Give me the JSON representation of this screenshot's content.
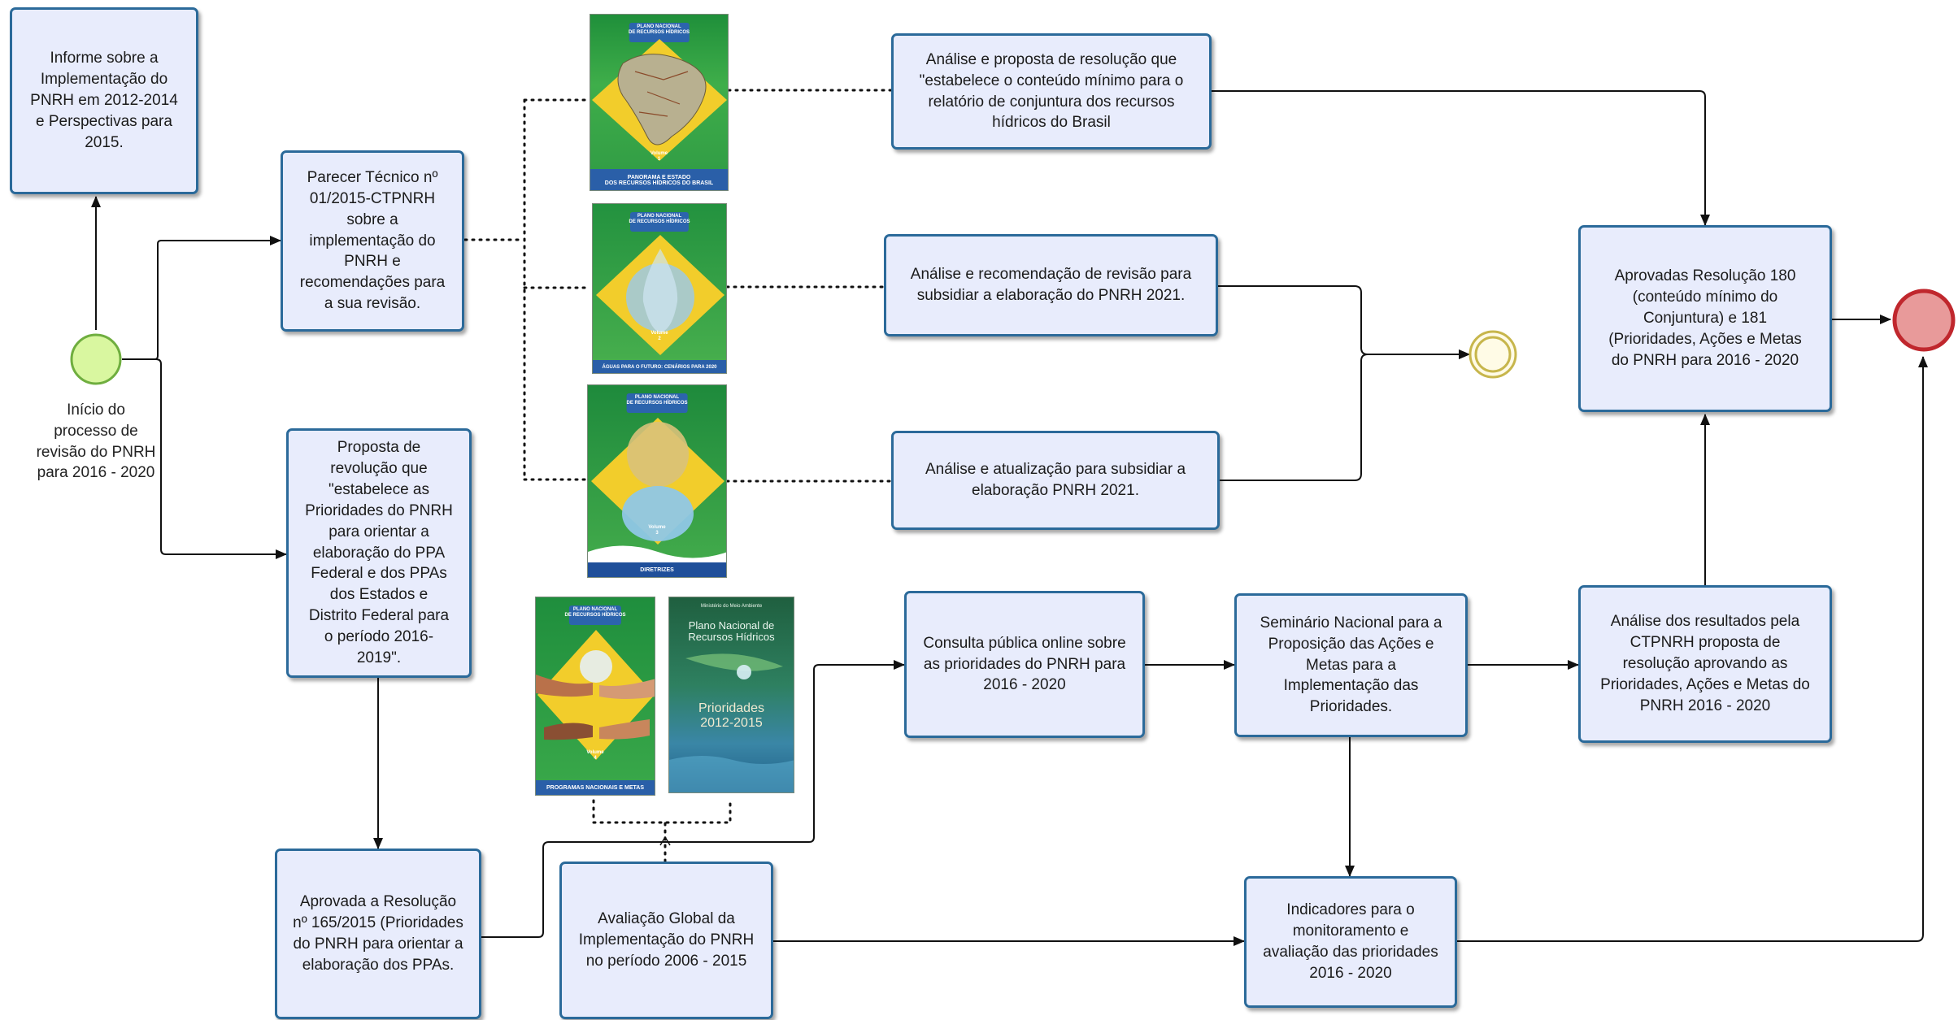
{
  "nodes": {
    "informe": "Informe sobre a\nImplementação do\nPNRH em 2012-2014\ne Perspectivas para\n2015.",
    "parecer": "Parecer Técnico nº\n01/2015-CTPNRH\nsobre a\nimplementação do\nPNRH e\nrecomendações para\na sua revisão.",
    "proposta_revolucao": "Proposta de\nrevolução que\n\"estabelece as\nPrioridades do PNRH\npara orientar a\nelaboração do PPA\nFederal e dos PPAs\ndos Estados e\nDistrito Federal para\no período 2016-\n2019\".",
    "aprovada_165": "Aprovada a Resolução\nnº 165/2015 (Prioridades\ndo PNRH para orientar a\nelaboração dos PPAs.",
    "avaliacao_global": "Avaliação Global da\nImplementação do PNRH\nno período 2006 - 2015",
    "analise_conteudo": "Análise  e proposta de resolução que\n\"estabelece o conteúdo mínimo para o\nrelatório de conjuntura dos recursos\nhídricos do Brasil",
    "analise_recomendacao": "Análise e recomendação de revisão para\nsubsidiar a elaboração do PNRH 2021.",
    "analise_atualizacao": "Análise e atualização para subsidiar a\nelaboração PNRH 2021.",
    "consulta_publica": "Consulta pública online sobre\nas prioridades do PNRH para\n2016 - 2020",
    "seminario": "Seminário Nacional para a\nProposição das Ações e\nMetas para a\nImplementação das\nPrioridades.",
    "analise_resultados": "Análise dos resultados pela\nCTPNRH proposta de\nresolução aprovando as\nPrioridades, Ações e Metas do\nPNRH 2016 - 2020",
    "aprovadas_180_181": "Aprovadas Resolução 180\n(conteúdo mínimo do\nConjuntura) e 181\n(Prioridades, Ações e Metas\ndo PNRH para 2016 - 2020",
    "indicadores": "Indicadores para o\nmonitoramento e\navaliação das prioridades\n2016 - 2020"
  },
  "start_event_label": "Início  do\nprocesso de\nrevisão  do PNRH\npara 2016 - 2020",
  "covers": {
    "panorama": {
      "title": "PLANO NACIONAL\nDE RECURSOS HÍDRICOS",
      "volume": "Volume\n1",
      "footer": "PANORAMA E ESTADO\nDOS RECURSOS HÍDRICOS DO BRASIL"
    },
    "aguas": {
      "title": "PLANO NACIONAL\nDE RECURSOS HÍDRICOS",
      "volume": "Volume\n2",
      "footer": "ÁGUAS PARA O FUTURO: CENÁRIOS PARA 2020"
    },
    "diretrizes": {
      "title": "PLANO NACIONAL\nDE RECURSOS HÍDRICOS",
      "volume": "Volume\n3",
      "footer": "DIRETRIZES"
    },
    "programas": {
      "title": "PLANO NACIONAL\nDE RECURSOS HÍDRICOS",
      "volume": "Volume\n4",
      "footer": "PROGRAMAS NACIONAIS E METAS"
    },
    "prioridades": {
      "publisher": "Ministério do Meio Ambiente",
      "title": "Plano Nacional de\nRecursos Hídricos",
      "subtitle": "Prioridades\n2012-2015"
    }
  },
  "colors": {
    "node_fill": "#e8ecfc",
    "node_border": "#2b6a9a",
    "start_fill": "#d9f7a0",
    "start_border": "#6fae3f",
    "end_fill": "#e89a9a",
    "end_border": "#c0272d",
    "intermediate_fill": "#fffbe6",
    "intermediate_border": "#c7b64c",
    "arrow": "#111111"
  }
}
